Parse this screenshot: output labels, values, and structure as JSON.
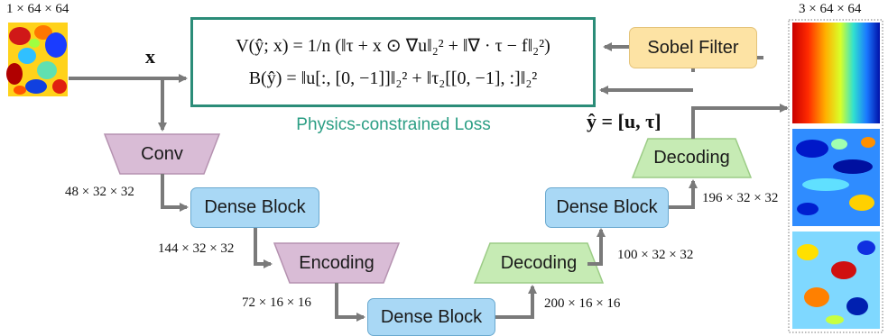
{
  "input": {
    "shape": "1 × 64 × 64",
    "symbol": "x"
  },
  "output": {
    "shape": "3 × 64 × 64",
    "symbol": "ŷ = [u, τ]"
  },
  "loss": {
    "eq1": "V(ŷ; x) = 1/n (‖τ + x ⊙ ∇u‖₂² + ‖∇ · τ − f‖₂²)",
    "eq2": "B(ŷ) = ‖u[:, [0, −1]]‖₂² + ‖τ₂[[0, −1], :]‖₂²",
    "caption": "Physics-constrained Loss"
  },
  "blocks": {
    "conv": "Conv",
    "dense1": "Dense Block",
    "encoding": "Encoding",
    "dense2": "Dense Block",
    "decoding1": "Decoding",
    "dense3": "Dense Block",
    "decoding2": "Decoding",
    "sobel": "Sobel Filter"
  },
  "shapes": {
    "after_conv": "48 × 32 × 32",
    "after_dense1": "144 × 32 × 32",
    "after_encoding": "72 × 16 × 16",
    "after_dense2": "200 × 16 × 16",
    "after_decoding1": "100 × 32 × 32",
    "after_dense3": "196 × 32 × 32"
  },
  "colors": {
    "dense": "#a9d8f5",
    "conv_encoding": "#d9bcd6",
    "decoding": "#c6ebb4",
    "sobel": "#fde3a4",
    "loss_border": "#2b8c78",
    "arrow": "#7a7a7a"
  }
}
